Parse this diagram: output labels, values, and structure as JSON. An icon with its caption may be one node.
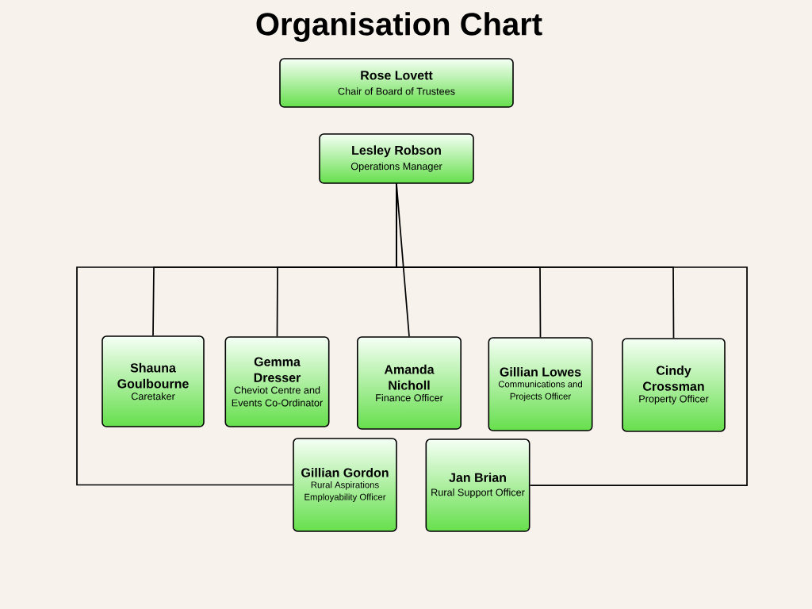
{
  "diagram": {
    "title": "Organisation Chart",
    "nodes": [
      {
        "text": [
          "Rose Lovett",
          "Chair of Board of Trustees"
        ]
      },
      {
        "text": [
          "Lesley Robson",
          "Operations Manager"
        ]
      },
      {
        "text": [
          "Shauna Goulbourne",
          "Caretaker"
        ]
      },
      {
        "text": [
          "Gemma Dresser",
          "Cheviot Centre and Events Co-Ordinator"
        ]
      },
      {
        "text": [
          "Amanda Nicholl",
          "Finance Officer"
        ]
      },
      {
        "text": [
          "Gillian Lowes",
          "Communications and Projects Officer"
        ]
      },
      {
        "text": [
          "Cindy Crossman",
          "Property Officer"
        ]
      },
      {
        "text": [
          "Gillian Gordon",
          "Rural Aspirations Employability Officer"
        ]
      },
      {
        "text": [
          "Jan Brian",
          "Rural Support Officer"
        ]
      }
    ],
    "edges": [
      {
        "from": 1,
        "to": 2,
        "arrow": "none"
      },
      {
        "from": 1,
        "to": 3,
        "arrow": "none"
      },
      {
        "from": 1,
        "to": 4,
        "arrow": "none"
      },
      {
        "from": 1,
        "to": 5,
        "arrow": "none"
      },
      {
        "from": 1,
        "to": 6,
        "arrow": "none"
      },
      {
        "from": 1,
        "to": 7,
        "arrow": "none"
      },
      {
        "from": 1,
        "to": 8,
        "arrow": "none"
      }
    ]
  }
}
